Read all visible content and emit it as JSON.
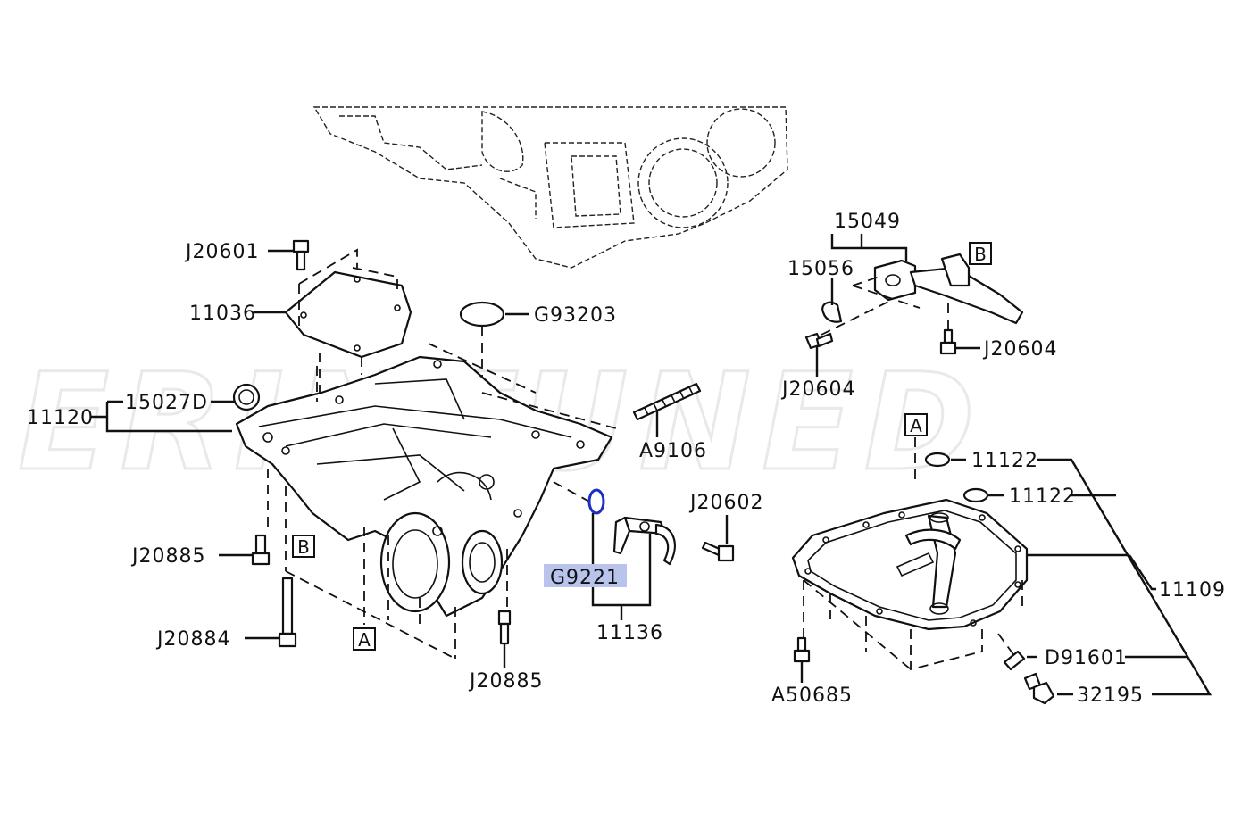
{
  "watermark": "ERINTUNED",
  "highlight_color": "#b8c4ec",
  "oring_highlight_color": "#1f2fbf",
  "labels": {
    "j20601": "J20601",
    "p11036": "11036",
    "g93203": "G93203",
    "p11120": "11120",
    "p15027d": "15027D",
    "a9106": "A9106",
    "j20602": "J20602",
    "j20885_left": "J20885",
    "j20884": "J20884",
    "j20885_bottom": "J20885",
    "g9221": "G9221",
    "p11136": "11136",
    "p15049": "15049",
    "p15056": "15056",
    "j20604_right": "J20604",
    "j20604_left": "J20604",
    "p11122_top": "11122",
    "p11122_mid": "11122",
    "p11109": "11109",
    "d91601": "D91601",
    "p32195": "32195",
    "a50685": "A50685"
  },
  "refs": {
    "b_left": "B",
    "a_left": "A",
    "b_top": "B",
    "a_right": "A"
  }
}
